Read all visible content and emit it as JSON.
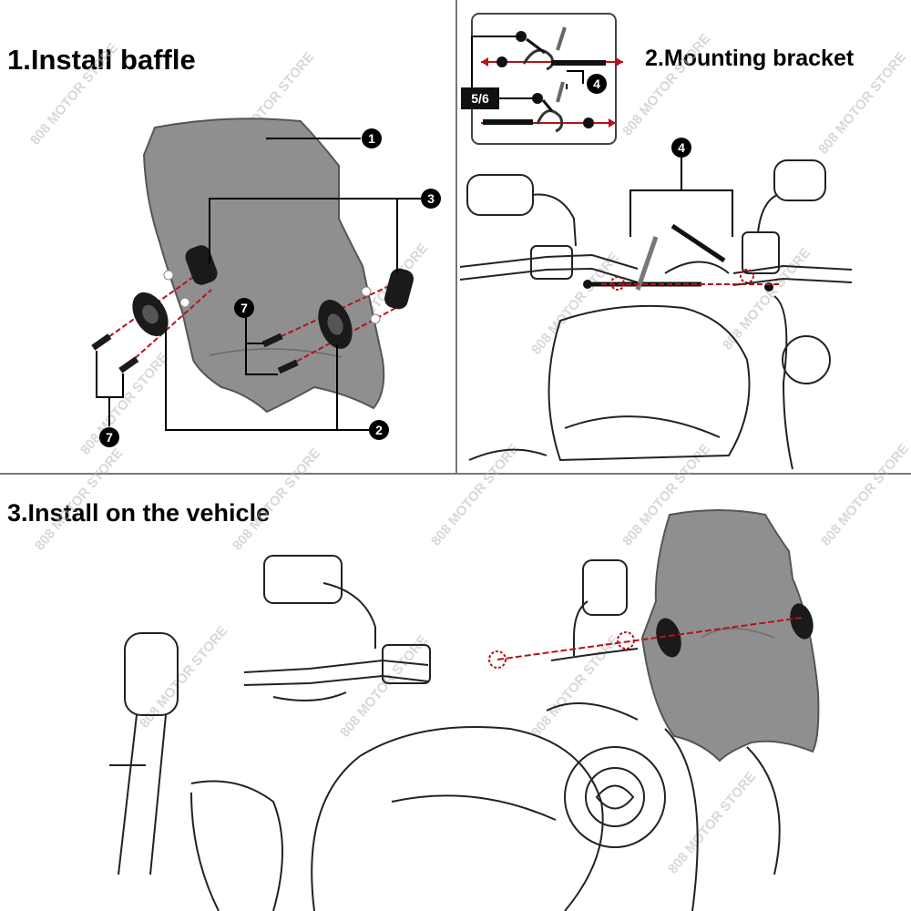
{
  "steps": {
    "step1": "1.Install baffle",
    "step2": "2.Mounting bracket",
    "step3": "3.Install on the vehicle"
  },
  "callouts": {
    "c1": "1",
    "c2": "2",
    "c3": "3",
    "c4": "4",
    "c4b": "4",
    "c7": "7",
    "c7b": "7",
    "tag56": "5/6"
  },
  "watermark": "808 MOTOR STORE",
  "colors": {
    "accent_red": "#b5121b",
    "shield_gray": "#8f8f8f",
    "line_dark": "#111111",
    "divider": "#777777"
  }
}
